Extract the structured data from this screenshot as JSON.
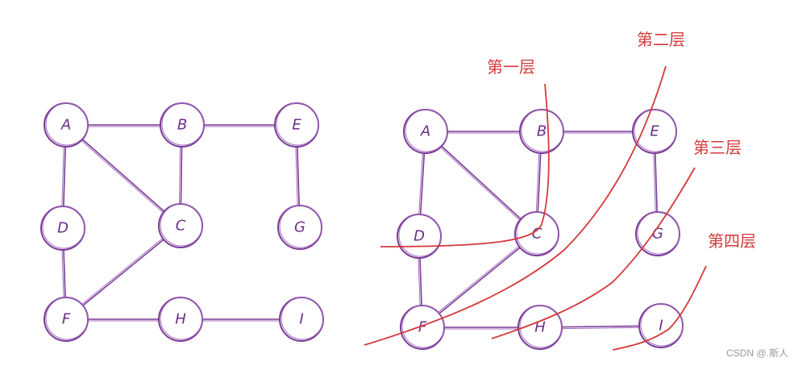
{
  "left_graph": {
    "nodes": [
      {
        "id": "A",
        "label": "A"
      },
      {
        "id": "B",
        "label": "B"
      },
      {
        "id": "E",
        "label": "E"
      },
      {
        "id": "D",
        "label": "D"
      },
      {
        "id": "C",
        "label": "C"
      },
      {
        "id": "G",
        "label": "G"
      },
      {
        "id": "F",
        "label": "F"
      },
      {
        "id": "H",
        "label": "H"
      },
      {
        "id": "I",
        "label": "I"
      }
    ]
  },
  "right_graph": {
    "nodes": [
      {
        "id": "A",
        "label": "A"
      },
      {
        "id": "B",
        "label": "B"
      },
      {
        "id": "E",
        "label": "E"
      },
      {
        "id": "D",
        "label": "D"
      },
      {
        "id": "C",
        "label": "C"
      },
      {
        "id": "G",
        "label": "G"
      },
      {
        "id": "F",
        "label": "F"
      },
      {
        "id": "H",
        "label": "H"
      },
      {
        "id": "I",
        "label": "I"
      }
    ]
  },
  "edges": [
    [
      "A",
      "B"
    ],
    [
      "B",
      "E"
    ],
    [
      "A",
      "D"
    ],
    [
      "A",
      "C"
    ],
    [
      "B",
      "C"
    ],
    [
      "E",
      "G"
    ],
    [
      "D",
      "F"
    ],
    [
      "C",
      "F"
    ],
    [
      "F",
      "H"
    ],
    [
      "H",
      "I"
    ]
  ],
  "layers": {
    "first": "第一层",
    "second": "第二层",
    "third": "第三层",
    "fourth": "第四层"
  },
  "colors": {
    "node_stroke": "#7a3a96",
    "layer_red": "#d33a3a"
  },
  "watermark": "CSDN @.斯人"
}
